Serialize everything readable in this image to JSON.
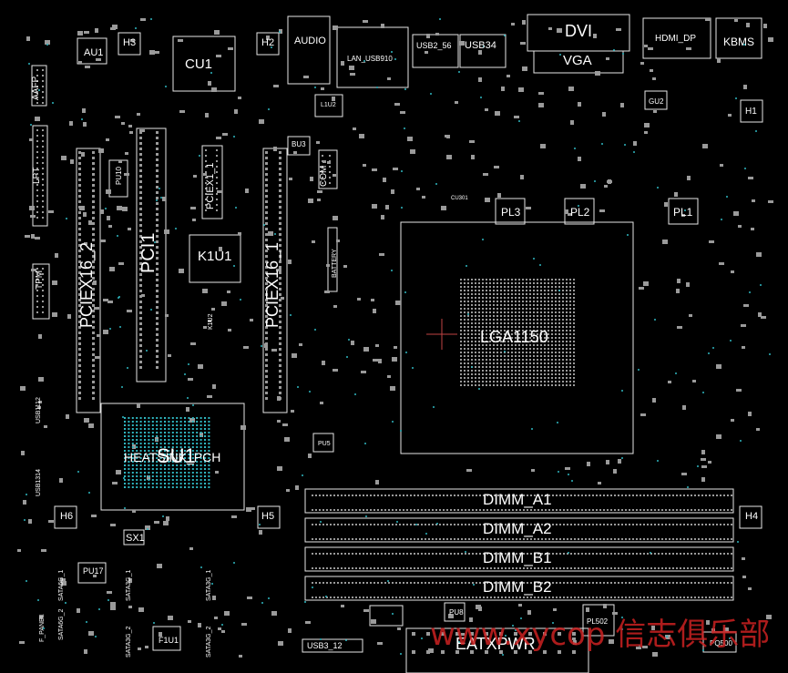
{
  "labels": {
    "au1": "AU1",
    "h3": "H3",
    "cu1": "CU1",
    "h2": "H2",
    "audio": "AUDIO",
    "lan_usb910": "LAN_USB910",
    "usb2_56": "USB2_56",
    "usb34": "USB34",
    "dvi": "DVI",
    "vga": "VGA",
    "hdmi_dp": "HDMI_DP",
    "kbms": "KBMS",
    "aafp": "AAFP",
    "l1u2": "L1U2",
    "bu3": "BU3",
    "gu2": "GU2",
    "h1": "H1",
    "lpt": "LPT",
    "pciex16_2": "PCIEX16_2",
    "pu10": "PU10",
    "pci1": "PCI1",
    "pciex1_1": "PCIEX1_1",
    "pciex16_1": "PCIEX16_1",
    "com": "COM",
    "pl3": "PL3",
    "pl2": "PL2",
    "pl1": "PL1",
    "k1u1": "K1U1",
    "battery": "BATTERY",
    "tpm": "TPM",
    "k1u2": "K1U2",
    "lga1150": "LGA1150",
    "heatsink_pch": "HEATSINK_PCH",
    "su1": "SU1",
    "usb1112": "USB1112",
    "usb1314": "USB1314",
    "h6": "H6",
    "h5": "H5",
    "h4": "H4",
    "sx1": "SX1",
    "pu17": "PU17",
    "dimm_a1": "DIMM_A1",
    "dimm_a2": "DIMM_A2",
    "dimm_b1": "DIMM_B1",
    "dimm_b2": "DIMM_B2",
    "sata6g_1": "SATA6G_1",
    "sata6g_2": "SATA6G_2",
    "sata3g_1": "SATA3G_1",
    "sata3g_2": "SATA3G_2",
    "f1u1": "F1U1",
    "f_panel": "F_PANEL",
    "usb3_12": "USB3_12",
    "pu8": "PU8",
    "pl502": "PL502",
    "eatxpwr": "EATXPWR",
    "pq500": "PQ500",
    "cu301": "CU301",
    "pu5": "PU5"
  },
  "watermark": "www.xycop 信志俱乐部",
  "colors": {
    "background": "#000000",
    "outline": "#e6e6e6",
    "pad": "#9a9a9a",
    "via": "#2fb6c0",
    "watermark": "#c22222",
    "cursor": "#c04444"
  }
}
